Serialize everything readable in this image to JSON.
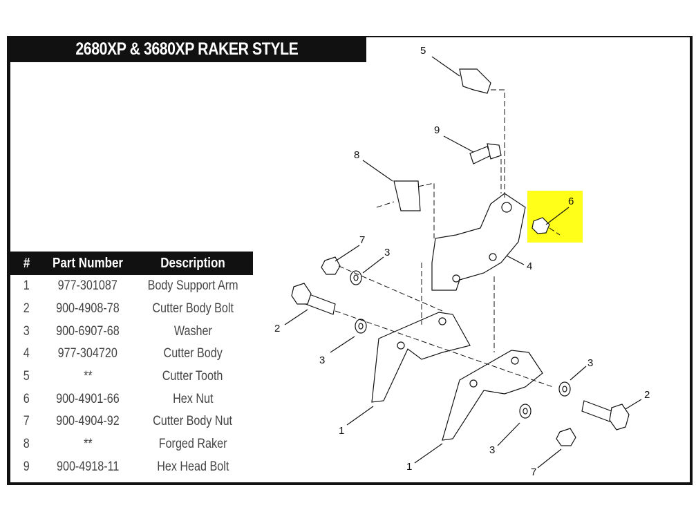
{
  "title": "2680XP & 3680XP RAKER STYLE",
  "table": {
    "headers": [
      "#",
      "Part Number",
      "Description"
    ],
    "rows": [
      {
        "num": "1",
        "part": "977-301087",
        "desc": "Body Support Arm"
      },
      {
        "num": "2",
        "part": "900-4908-78",
        "desc": "Cutter Body Bolt"
      },
      {
        "num": "3",
        "part": "900-6907-68",
        "desc": "Washer"
      },
      {
        "num": "4",
        "part": "977-304720",
        "desc": "Cutter Body"
      },
      {
        "num": "5",
        "part": "**",
        "desc": "Cutter Tooth"
      },
      {
        "num": "6",
        "part": "900-4901-66",
        "desc": "Hex Nut"
      },
      {
        "num": "7",
        "part": "900-4904-92",
        "desc": "Cutter Body Nut"
      },
      {
        "num": "8",
        "part": "**",
        "desc": "Forged Raker"
      },
      {
        "num": "9",
        "part": "900-4918-11",
        "desc": "Hex Head Bolt"
      }
    ]
  },
  "callouts": [
    "5",
    "9",
    "8",
    "6",
    "7",
    "3",
    "4",
    "2",
    "3",
    "3",
    "2",
    "1",
    "3",
    "1",
    "7"
  ],
  "highlight_color": "#ffff1a"
}
